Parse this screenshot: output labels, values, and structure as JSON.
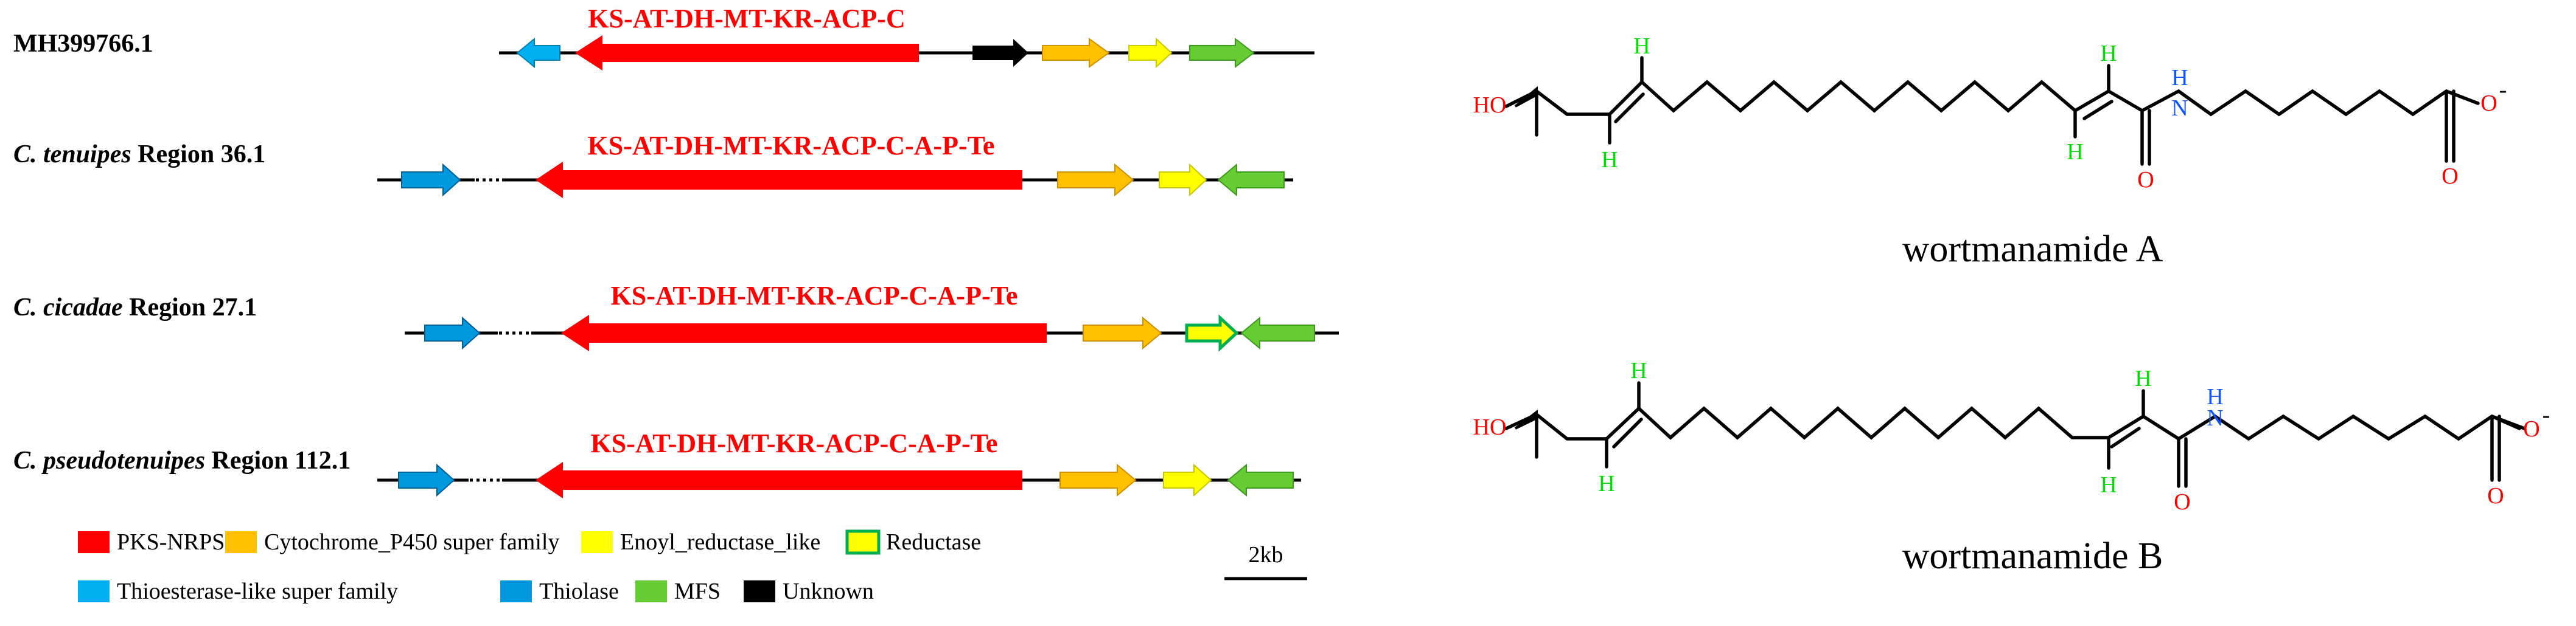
{
  "colors": {
    "pks_nrps": "#ff0000",
    "p450": "#ffc000",
    "enoyl": "#ffff00",
    "reductase_fill": "#ffff00",
    "reductase_border": "#00b050",
    "thioesterase": "#00b0f0",
    "thiolase": "#0099dd",
    "mfs": "#66cc33",
    "unknown": "#000000",
    "oxygen": "#ff0000",
    "nitrogen": "#1155ff",
    "hydrogen": "#00dd00"
  },
  "clusters": [
    {
      "label_italic": "",
      "label_plain": "MH399766.1",
      "domains": "KS-AT-DH-MT-KR-ACP-C",
      "genes": [
        "thioesterase",
        "pks_nrps",
        "unknown",
        "p450",
        "enoyl",
        "mfs"
      ]
    },
    {
      "label_italic": "C. tenuipes",
      "label_plain": " Region 36.1",
      "domains": "KS-AT-DH-MT-KR-ACP-C-A-P-Te",
      "genes": [
        "thiolase",
        "pks_nrps",
        "p450",
        "enoyl",
        "mfs"
      ]
    },
    {
      "label_italic": "C. cicadae",
      "label_plain": " Region 27.1",
      "domains": "KS-AT-DH-MT-KR-ACP-C-A-P-Te",
      "genes": [
        "thiolase",
        "pks_nrps",
        "p450",
        "reductase",
        "mfs"
      ]
    },
    {
      "label_italic": "C. pseudotenuipes",
      "label_plain": " Region 112.1",
      "domains": "KS-AT-DH-MT-KR-ACP-C-A-P-Te",
      "genes": [
        "thiolase",
        "pks_nrps",
        "p450",
        "enoyl",
        "mfs"
      ]
    }
  ],
  "legend": [
    {
      "label": "PKS-NRPS",
      "color": "pks_nrps"
    },
    {
      "label": "Cytochrome_P450 super family",
      "color": "p450"
    },
    {
      "label": "Enoyl_reductase_like",
      "color": "enoyl"
    },
    {
      "label": "Reductase",
      "color": "reductase"
    },
    {
      "label": "Thioesterase-like super family",
      "color": "thioesterase"
    },
    {
      "label": "Thiolase",
      "color": "thiolase"
    },
    {
      "label": "MFS",
      "color": "mfs"
    },
    {
      "label": "Unknown",
      "color": "unknown"
    }
  ],
  "scale_bar": "2kb",
  "compounds": [
    {
      "name": "wortmanamide A",
      "atoms": {
        "hydroxyl": "HO",
        "h": "H",
        "nh": "H",
        "n": "N",
        "o": "O",
        "charge": "-"
      }
    },
    {
      "name": "wortmanamide B",
      "atoms": {
        "hydroxyl": "HO",
        "h": "H",
        "nh": "H",
        "n": "N",
        "o": "O",
        "charge": "-"
      }
    }
  ]
}
